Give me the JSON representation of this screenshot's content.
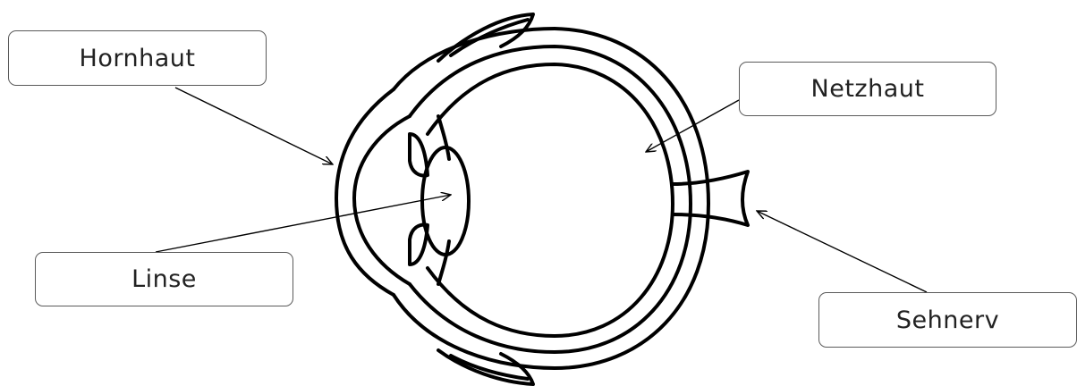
{
  "labels": {
    "hornhaut": "Hornhaut",
    "netzhaut": "Netzhaut",
    "linse": "Linse",
    "sehnerv": "Sehnerv"
  },
  "colors": {
    "outline": "#000000",
    "box_border": "#5a5a5a",
    "text": "#222222",
    "background": "#ffffff"
  }
}
